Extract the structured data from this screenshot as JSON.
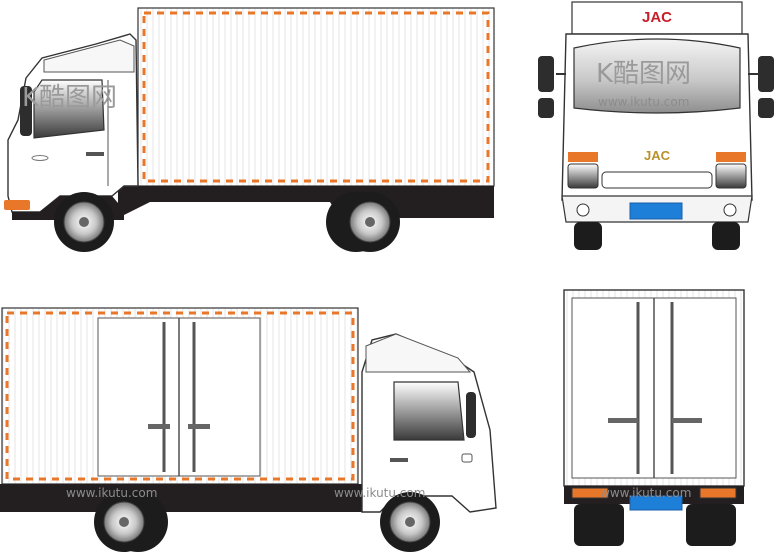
{
  "brand": {
    "top_text": "JAC",
    "grille_text": "JAC",
    "top_color": "#c8202a",
    "grille_color": "#b8912a"
  },
  "watermarks": {
    "logo": "K酷图网",
    "url": "www.ikutu.com"
  },
  "views": [
    "side-left",
    "front",
    "side-right",
    "rear"
  ],
  "colors": {
    "trim_orange": "#e8772a",
    "chassis": "#231f20",
    "plate_blue": "#1e7fd8",
    "line": "#333333"
  }
}
